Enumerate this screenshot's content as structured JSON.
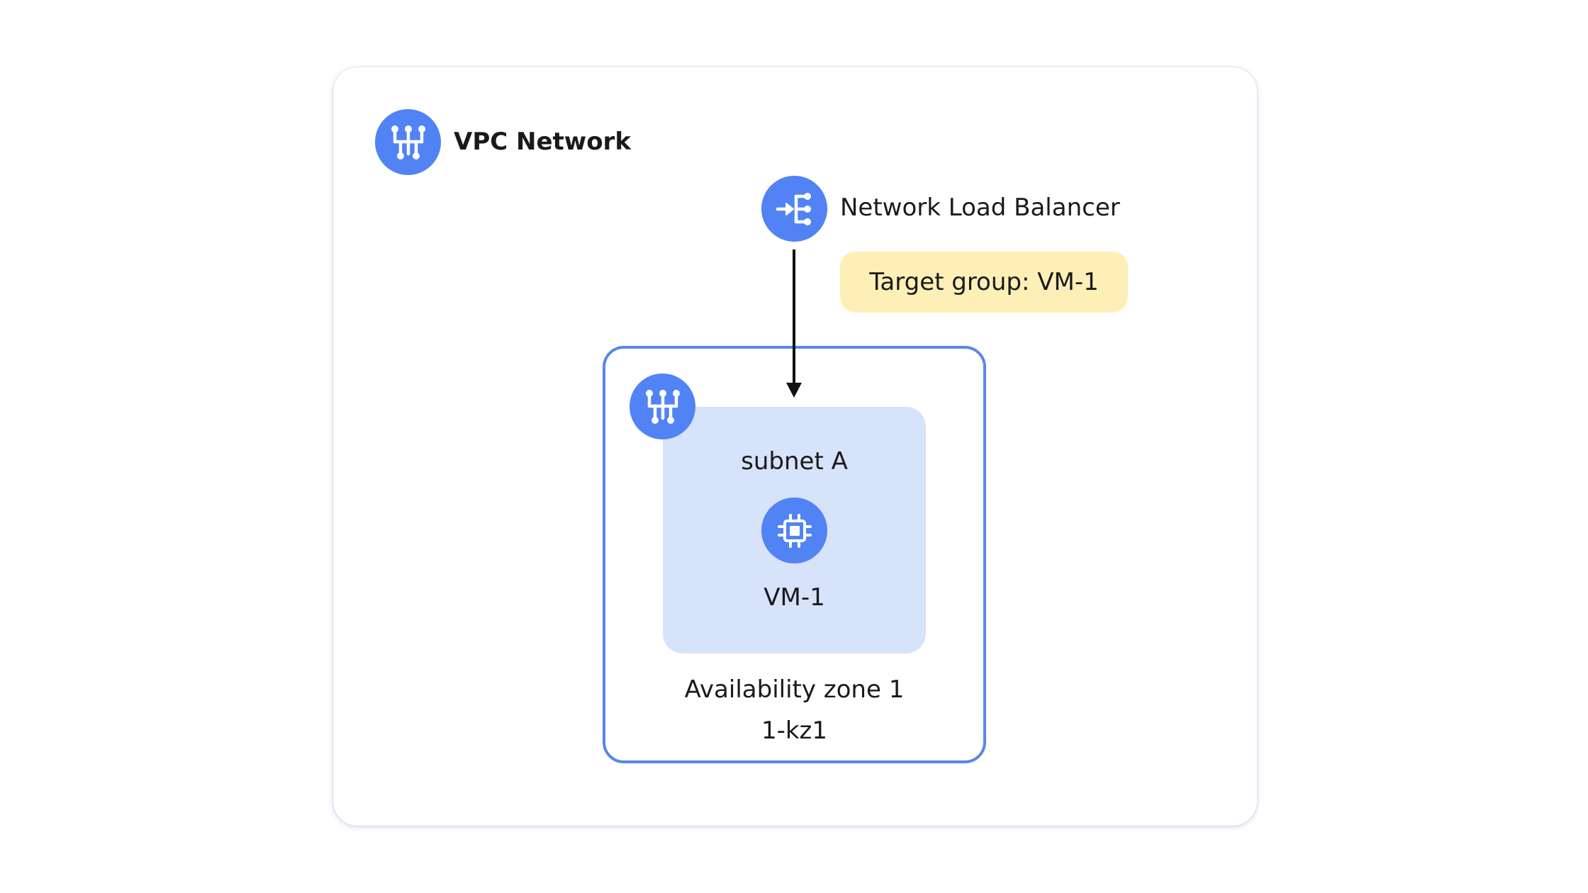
{
  "vpc": {
    "title": "VPC Network",
    "icon": "network-icon"
  },
  "load_balancer": {
    "title": "Network Load Balancer",
    "icon": "load-balancer-icon",
    "target_group_label": "Target group: VM-1"
  },
  "zone": {
    "title": "Availability zone 1",
    "id": "1-kz1",
    "subnet": {
      "title": "subnet A",
      "icon": "network-icon",
      "vm": {
        "title": "VM-1",
        "icon": "cpu-chip-icon"
      }
    }
  },
  "colors": {
    "icon_blue": "#5183f5",
    "zone_border": "#5b84ee",
    "subnet_fill": "#d7e2fb",
    "badge_fill": "#fdefb6"
  }
}
